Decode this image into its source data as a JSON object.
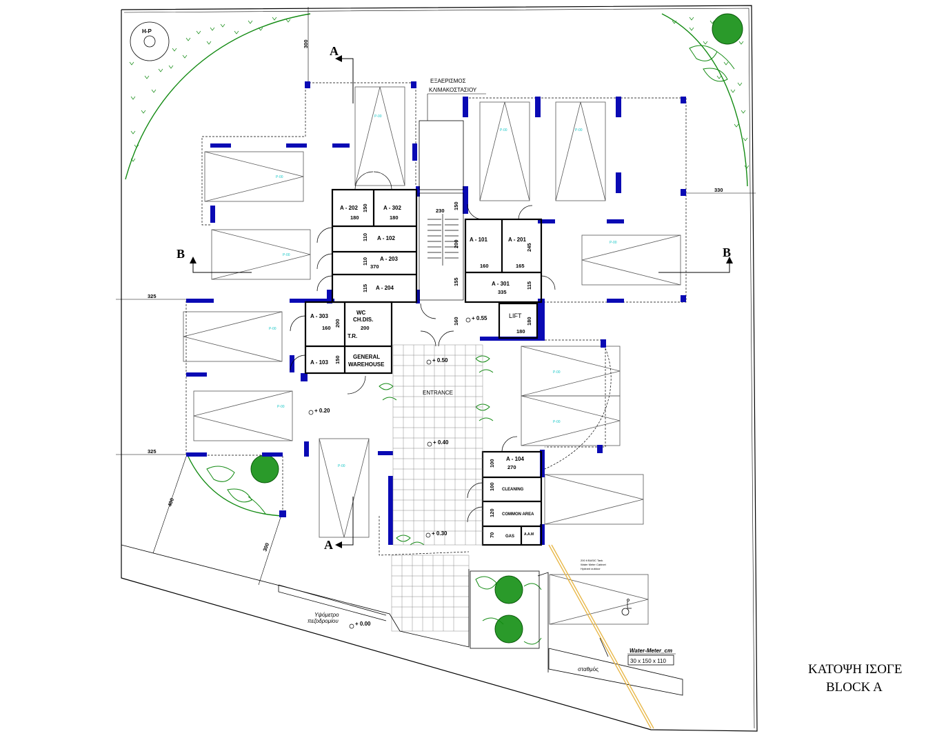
{
  "drawing": {
    "title_line1": "ΚΑΤΟΨΗ ΙΣΟΓΕ",
    "title_line2": "BLOCK A",
    "hp_label": "H-P",
    "stair_vent_label_1": "ΕΞΑΕΡΙΣΜΟΣ",
    "stair_vent_label_2": "ΚΛΙΜΑΚΟΣΤΑΣΙΟΥ",
    "entrance_label": "ENTRANCE",
    "lift_label": "LIFT",
    "wc_label_1": "WC",
    "wc_label_2": "CH.DIS.",
    "tr_label": "T.R.",
    "warehouse_label_1": "GENERAL",
    "warehouse_label_2": "WAREHOUSE",
    "storage_label": "CLEANING",
    "common_area_label": "COMMON AREA",
    "gas_label": "GAS",
    "meters_label": "A.A.M",
    "water_meter_label": "Water-Meter_cm",
    "water_meter_size": "30 x 150 x 110",
    "pavement_label_1": "Υψόμετρο",
    "pavement_label_2": "πεζοδρομίου",
    "kerb_label": "σταθμός",
    "tank_note_1": "200 lt BASIC Tank",
    "tank_note_2": "Water Meter Cabinet",
    "tank_note_3": "Hydrant outdoor"
  },
  "sections": {
    "a_top": "A",
    "a_bottom": "A",
    "b_left": "B",
    "b_right": "B"
  },
  "rooms": [
    {
      "id": "A - 202",
      "w": "180",
      "h": "150"
    },
    {
      "id": "A - 302",
      "w": "180"
    },
    {
      "id": "A - 102",
      "h": "110"
    },
    {
      "id": "A - 203",
      "w": "370",
      "h": "110"
    },
    {
      "id": "A - 204",
      "h": "115"
    },
    {
      "id": "A - 101",
      "w": "160"
    },
    {
      "id": "A - 201",
      "w": "165",
      "h": "245"
    },
    {
      "id": "A - 301",
      "w": "335",
      "h": "115"
    },
    {
      "id": "A - 303",
      "w": "160",
      "h": "200"
    },
    {
      "id": "A - 103",
      "h": "150"
    },
    {
      "id": "A - 104",
      "w": "270",
      "h": "100"
    }
  ],
  "dimensions": {
    "top_offset": "300",
    "right_offset": "330",
    "left_offset_1": "325",
    "left_offset_2": "325",
    "diag_1": "400",
    "diag_2": "300",
    "stair_w": "230",
    "stair_h": "200",
    "corridor": "155",
    "lift_h": "180",
    "lift_w": "180",
    "lobby_h": "160",
    "wc_w": "200",
    "cleaning_h": "100",
    "common_h": "120",
    "gas_h": "70"
  },
  "levels": [
    "+ 0.55",
    "+ 0.50",
    "+ 0.40",
    "+ 0.30",
    "+ 0.20",
    "+ 0.00"
  ],
  "parking_label": "P-00",
  "colors": {
    "column": "#0a0ab4",
    "line": "#000000",
    "green": "#128a12",
    "tree": "#2a9a2a",
    "annotation": "#19c7c7",
    "pipe": "#e8b84a"
  }
}
